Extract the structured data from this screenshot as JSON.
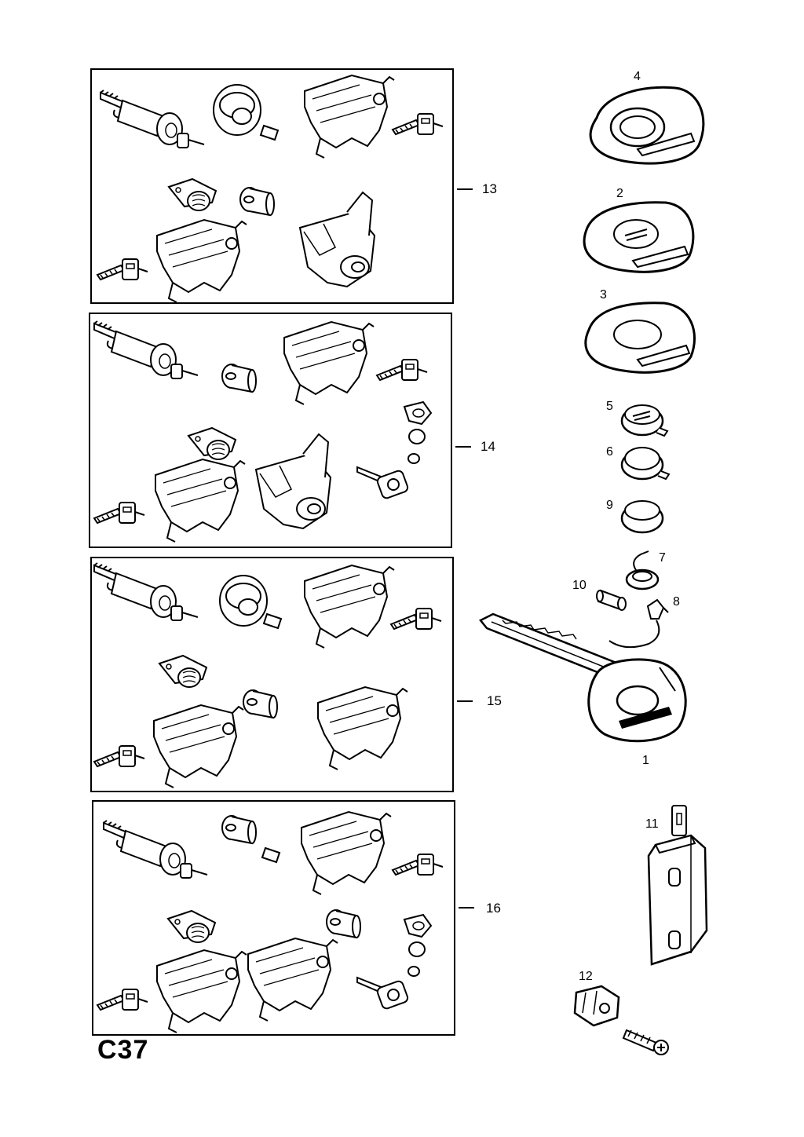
{
  "page_code": "C37",
  "kits": [
    {
      "label": "13"
    },
    {
      "label": "14"
    },
    {
      "label": "15"
    },
    {
      "label": "16"
    }
  ],
  "parts": [
    {
      "label": "4"
    },
    {
      "label": "2"
    },
    {
      "label": "3"
    },
    {
      "label": "5"
    },
    {
      "label": "6"
    },
    {
      "label": "9"
    },
    {
      "label": "7"
    },
    {
      "label": "10"
    },
    {
      "label": "8"
    },
    {
      "label": "1"
    },
    {
      "label": "11"
    },
    {
      "label": "12"
    }
  ]
}
